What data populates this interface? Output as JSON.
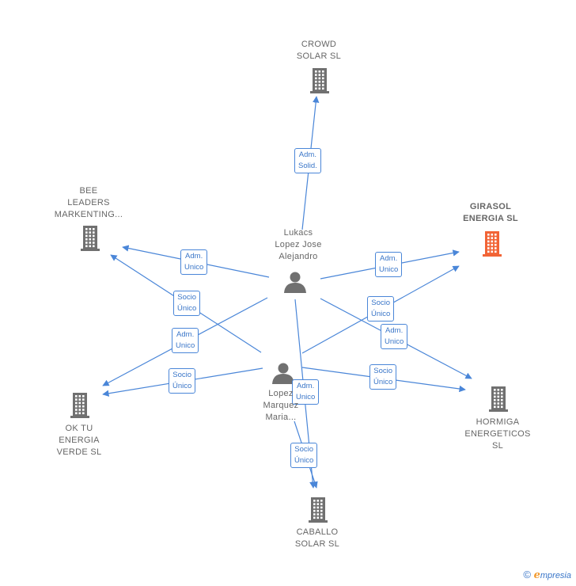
{
  "colors": {
    "edge": "#4a86d8",
    "building": "#707070",
    "building_focus": "#f26436",
    "person": "#707070"
  },
  "nodes": [
    {
      "id": "crowd",
      "type": "company",
      "label": "CROWD\nSOLAR SL"
    },
    {
      "id": "bee",
      "type": "company",
      "label": "BEE\nLEADERS\nMARKENTING..."
    },
    {
      "id": "girasol",
      "type": "company",
      "label": "GIRASOL\nENERGIA SL",
      "focus": true
    },
    {
      "id": "okt",
      "type": "company",
      "label": "OK TU\nENERGIA\nVERDE SL"
    },
    {
      "id": "hormiga",
      "type": "company",
      "label": "HORMIGA\nENERGETICOS\nSL"
    },
    {
      "id": "caballo",
      "type": "company",
      "label": "CABALLO\nSOLAR SL"
    },
    {
      "id": "lukacs",
      "type": "person",
      "label": "Lukacs\nLopez Jose\nAlejandro"
    },
    {
      "id": "lopez",
      "type": "person",
      "label": "Lopez\nMarquez\nMaria..."
    }
  ],
  "edges": [
    {
      "from": "lukacs",
      "to": "crowd",
      "label": "Adm.\nSolid."
    },
    {
      "from": "lukacs",
      "to": "bee",
      "label": "Adm.\nUnico"
    },
    {
      "from": "lopez",
      "to": "bee",
      "label": "Socio\nÚnico"
    },
    {
      "from": "lukacs",
      "to": "okt",
      "label": "Adm.\nUnico"
    },
    {
      "from": "lopez",
      "to": "okt",
      "label": "Socio\nÚnico"
    },
    {
      "from": "lukacs",
      "to": "girasol",
      "label": "Adm.\nUnico"
    },
    {
      "from": "lopez",
      "to": "girasol",
      "label": "Socio\nÚnico"
    },
    {
      "from": "lukacs",
      "to": "hormiga",
      "label": "Adm.\nUnico"
    },
    {
      "from": "lopez",
      "to": "hormiga",
      "label": "Socio\nÚnico"
    },
    {
      "from": "lukacs",
      "to": "caballo",
      "label": "Adm.\nUnico"
    },
    {
      "from": "lopez",
      "to": "caballo",
      "label": "Socio\nÚnico"
    }
  ],
  "footer": {
    "copyright_symbol": "©",
    "brand_initial": "e",
    "brand_rest": "mpresia"
  }
}
